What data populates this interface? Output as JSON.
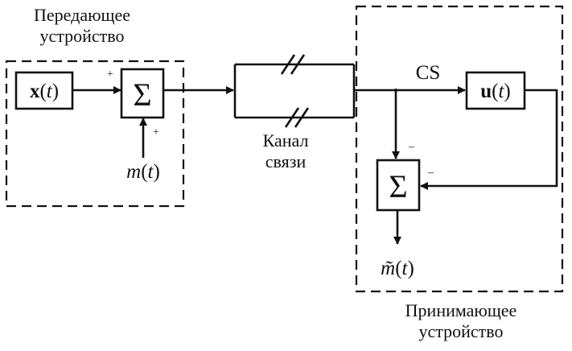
{
  "transmitter": {
    "title_line1": "Передающее",
    "title_line2": "устройство",
    "source_block": "x(t)",
    "message": "m(t)"
  },
  "channel": {
    "label_line1": "Канал",
    "label_line2": "связи"
  },
  "receiver": {
    "title_line1": "Принимающее",
    "title_line2": "устройство",
    "signal_label": "CS",
    "generator_block": "u(t)",
    "output": "m̃(t)"
  },
  "summers": {
    "symbol": "Σ",
    "tx_plus_top": "+",
    "tx_plus_bottom": "+",
    "rx_minus_top": "–",
    "rx_minus_right": "–"
  }
}
